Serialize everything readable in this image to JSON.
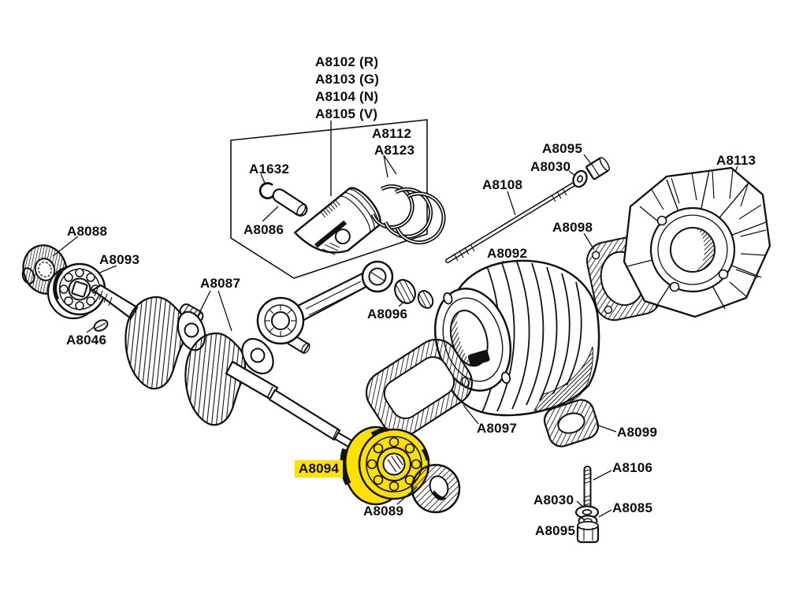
{
  "diagram": {
    "kind": "exploded-engine-parts-diagram",
    "background_color": "#ffffff",
    "line_color": "#111111",
    "highlight_color": "#ffe100",
    "highlighted_part": "A8094"
  },
  "labels": {
    "a8102": "A8102 (R)",
    "a8103": "A8103 (G)",
    "a8104": "A8104 (N)",
    "a8105": "A8105 (V)",
    "a8112": "A8112",
    "a8123": "A8123",
    "a1632": "A1632",
    "a8086": "A8086",
    "a8095_top": "A8095",
    "a8030_top": "A8030",
    "a8108": "A8108",
    "a8113": "A8113",
    "a8098": "A8098",
    "a8092": "A8092",
    "a8088": "A8088",
    "a8093": "A8093",
    "a8087": "A8087",
    "a8096": "A8096",
    "a8046": "A8046",
    "a8097": "A8097",
    "a8099": "A8099",
    "a8094": "A8094",
    "a8089": "A8089",
    "a8106": "A8106",
    "a8030_bottom": "A8030",
    "a8085": "A8085",
    "a8095_bottom": "A8095"
  }
}
